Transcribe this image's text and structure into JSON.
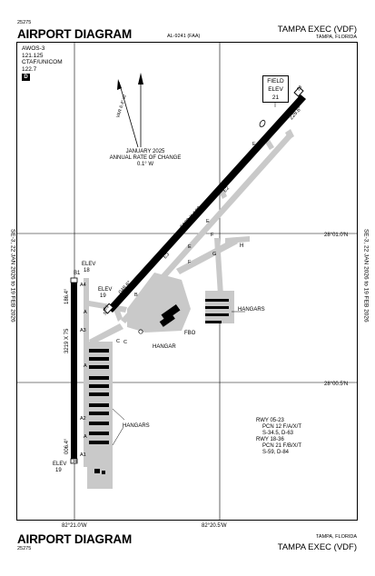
{
  "header": {
    "doc_number": "25275",
    "title": "AIRPORT DIAGRAM",
    "procedure_id": "AL-9241 (FAA)",
    "airport_name": "TAMPA EXEC (VDF)",
    "location": "TAMPA, FLORIDA"
  },
  "footer": {
    "title": "AIRPORT DIAGRAM",
    "doc_number": "25275",
    "location": "TAMPA, FLORIDA",
    "airport_name": "TAMPA EXEC (VDF)"
  },
  "side_labels": {
    "left": "SE-3, 22 JAN 2026 to 19 FEB 2026",
    "right": "SE-3, 22 JAN 2026 to 19 FEB 2026"
  },
  "comms": {
    "lines": [
      "AWOS-3",
      "121.125",
      "CTAF/UNICOM",
      "122.7"
    ],
    "beacon": "D"
  },
  "field_elevation": {
    "line1": "FIELD",
    "line2": "ELEV",
    "value": "21"
  },
  "magnetic": {
    "var_label": "VAR 6.4° W",
    "date": "JANUARY 2025",
    "annual": "ANNUAL RATE OF CHANGE",
    "rate": "0.1° W"
  },
  "gridlines": {
    "lat_north": "28°01.0'N",
    "lat_south": "28°00.5'N",
    "lon_west": "82°21.0'W",
    "lon_east": "82°20.5'W"
  },
  "runways": {
    "rwy_05_23": {
      "dims": "5000 X 100",
      "heading_23": "228.6°",
      "heading_05": "048.6°",
      "end_05": "5",
      "end_23": "23",
      "elev_05_label": "ELEV",
      "elev_05_value": "19"
    },
    "rwy_18_36": {
      "dims": "3219 X 75",
      "heading_36": "006.4°",
      "heading_18": "186.4°",
      "end_18": "18",
      "end_36": "36",
      "elev_18_label": "ELEV",
      "elev_18_value": "18",
      "elev_36_label": "ELEV",
      "elev_36_value": "19"
    }
  },
  "taxiways": {
    "B1": "B1",
    "A": "A",
    "A1": "A1",
    "A2": "A2",
    "A3": "A3",
    "A4": "A4",
    "B": "B",
    "C": "C",
    "D": "D",
    "E": "E",
    "E1": "E1",
    "E2": "E2",
    "E3": "E3",
    "F": "F",
    "G": "G",
    "H": "H"
  },
  "labels": {
    "hangars_east": "HANGARS",
    "hangar": "HANGAR",
    "fbo": "FBO",
    "hangars_south": "HANGARS"
  },
  "pavement": {
    "rwy_05_23_title": "RWY 05-23",
    "rwy_05_23_pcn": "PCN 12 F/A/X/T",
    "rwy_05_23_wt": "S-34.5, D-63",
    "rwy_18_36_title": "RWY 18-36",
    "rwy_18_36_pcn": "PCN 21 F/B/X/T",
    "rwy_18_36_wt": "S-59, D-84"
  }
}
